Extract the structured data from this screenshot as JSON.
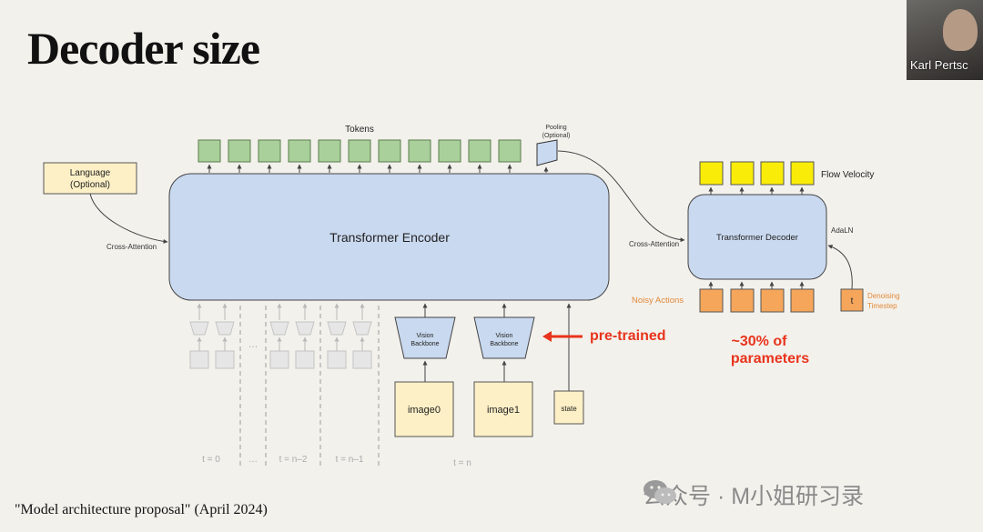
{
  "slide": {
    "title": "Decoder size",
    "footnote": "\"Model architecture proposal\" (April 2024)"
  },
  "presenter": {
    "name": "Karl Pertsc"
  },
  "watermark": {
    "text": "公众号 · M小姐研习录"
  },
  "diagram": {
    "tokens_label": "Tokens",
    "pooling_label_1": "Pooling",
    "pooling_label_2": "(Optional)",
    "language_label_1": "Language",
    "language_label_2": "(Optional)",
    "encoder_label": "Transformer Encoder",
    "cross_attention_left": "Cross-Attention",
    "cross_attention_right": "Cross-Attention",
    "decoder_label": "Transformer Decoder",
    "flow_velocity_label": "Flow Velocity",
    "adaln_label": "AdaLN",
    "noisy_actions_label": "Noisy Actions",
    "t_box_label": "t",
    "denoising_label_1": "Denoising",
    "denoising_label_2": "Timestep",
    "vision_label_1": "Vision",
    "vision_label_2": "Backbone",
    "image0_label": "image0",
    "image1_label": "image1",
    "state_label": "state",
    "dots_label": "…",
    "time_labels": [
      "t = 0",
      "…",
      "t = n–2",
      "t = n–1",
      "t = n"
    ],
    "pretrained_label": "pre-trained",
    "params_label_1": "~30% of",
    "params_label_2": "parameters"
  },
  "colors": {
    "background": "#f3f1ec",
    "encoder_fill": "#c9d9ef",
    "token_fill": "#a9cf9a",
    "language_fill": "#fdf0c6",
    "flow_fill": "#f9ec08",
    "noisy_fill": "#f5a65b",
    "image_fill": "#fdf0c6",
    "annotation_red": "#e8341c",
    "orange_text": "#e08a3a"
  }
}
